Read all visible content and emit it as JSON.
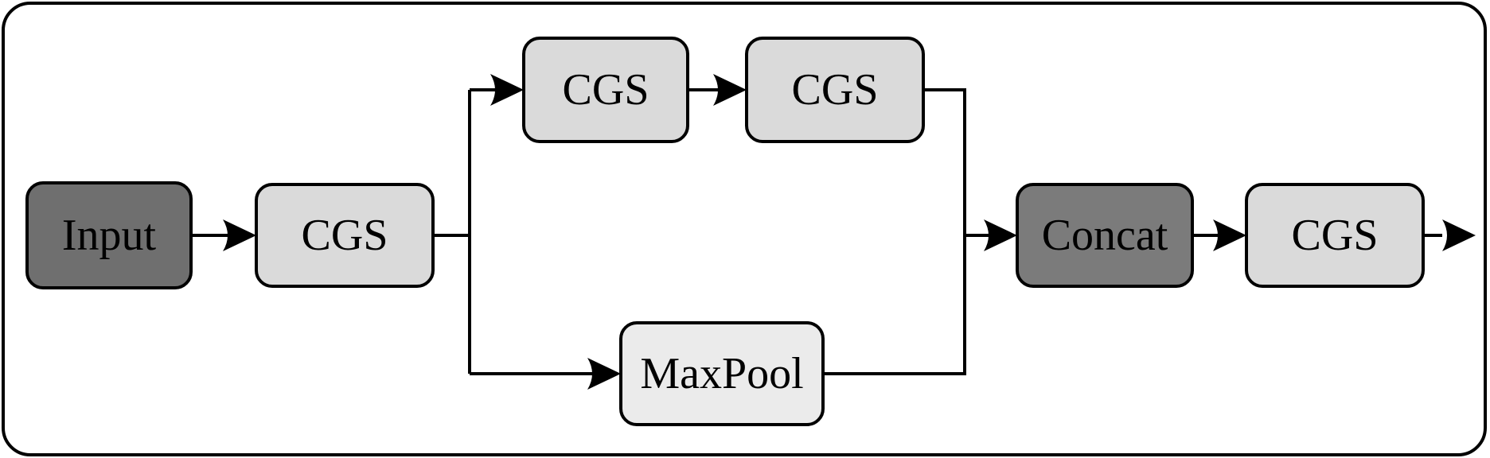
{
  "diagram": {
    "nodes": {
      "input": {
        "label": "Input",
        "fill": "#6f6f6f"
      },
      "cgs_first": {
        "label": "CGS",
        "fill": "#dadada"
      },
      "cgs_top_left": {
        "label": "CGS",
        "fill": "#dadada"
      },
      "cgs_top_right": {
        "label": "CGS",
        "fill": "#dadada"
      },
      "maxpool": {
        "label": "MaxPool",
        "fill": "#ebebeb"
      },
      "concat": {
        "label": "Concat",
        "fill": "#7b7b7b"
      },
      "cgs_last": {
        "label": "CGS",
        "fill": "#dadada"
      }
    },
    "edges": [
      {
        "from": "input",
        "to": "cgs_first"
      },
      {
        "from": "cgs_first",
        "to": "cgs_top_left"
      },
      {
        "from": "cgs_first",
        "to": "maxpool"
      },
      {
        "from": "cgs_top_left",
        "to": "cgs_top_right"
      },
      {
        "from": "cgs_top_right",
        "to": "concat"
      },
      {
        "from": "maxpool",
        "to": "concat"
      },
      {
        "from": "concat",
        "to": "cgs_last"
      },
      {
        "from": "cgs_last",
        "to": "output"
      }
    ]
  }
}
